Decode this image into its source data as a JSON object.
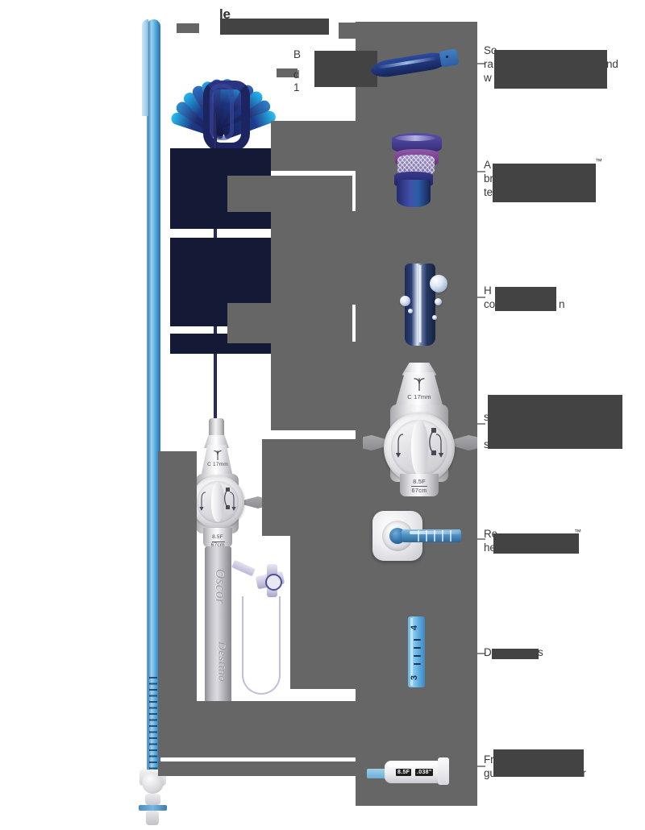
{
  "page": {
    "background_color": "#ffffff",
    "panel_color": "#666666",
    "redaction_color": "#434343"
  },
  "header": {
    "title": "le",
    "subtitle": ""
  },
  "device": {
    "handle_markings": {
      "curve_label": "C 17mm",
      "french_size": "8.5F",
      "working_length": "67cm"
    },
    "brand_primary": "Oscor",
    "brand_secondary": "Destino"
  },
  "callouts": [
    {
      "id": "curve-shape",
      "component_name": "strain-relief-curve",
      "lines": [
        "So",
        "ra",
        "w"
      ],
      "has_trademark": false,
      "redacted": true
    },
    {
      "id": "braid-construction",
      "component_name": "braided-shaft-cutaway",
      "lines": [
        "A",
        "br",
        "te"
      ],
      "has_trademark": true,
      "redacted": true
    },
    {
      "id": "hydrophilic-coating",
      "component_name": "hydrophilic-coated-tube",
      "lines": [
        "H",
        "co",
        "n"
      ],
      "has_trademark": false,
      "redacted": true
    },
    {
      "id": "steerable-handle",
      "component_name": "steerable-handle",
      "lines": [
        "",
        "s",
        "",
        "s"
      ],
      "has_trademark": false,
      "redacted": true
    },
    {
      "id": "rotating-hemostasis-valve",
      "component_name": "rotating-hemostasis-valve",
      "lines": [
        "Re",
        "he"
      ],
      "has_trademark": true,
      "redacted": true
    },
    {
      "id": "depth-markers",
      "component_name": "depth-marker-band",
      "lines": [
        "D",
        "s"
      ],
      "has_trademark": false,
      "redacted": true,
      "marker_values": [
        "4",
        "3"
      ]
    },
    {
      "id": "dilator",
      "component_name": "dilator-guidewire-compatibility",
      "lines": [
        "Fr",
        "gu",
        "or"
      ],
      "has_trademark": false,
      "redacted": true,
      "dilator_size": "8.5F",
      "guidewire_size": ".038\""
    }
  ],
  "body_text": {
    "block_1": {
      "lines": [
        "B",
        "al",
        "d",
        "1"
      ],
      "redacted": true
    }
  }
}
